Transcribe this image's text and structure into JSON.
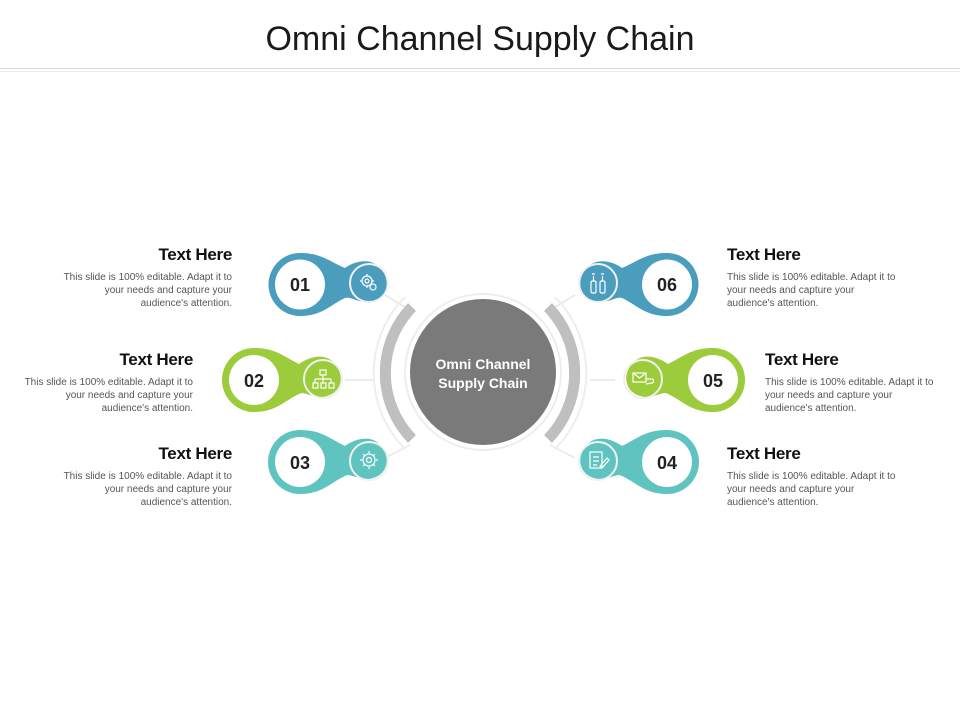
{
  "title": "Omni Channel Supply Chain",
  "center": {
    "line1": "Omni Channel",
    "line2": "Supply Chain"
  },
  "colors": {
    "blue": "#4a9dbd",
    "green": "#9ccb3b",
    "teal": "#5fc4c0",
    "center": "#7a7a7a",
    "arc": "#bfbfbf"
  },
  "items": [
    {
      "number": "01",
      "heading": "Text Here",
      "body": "This slide is 100% editable. Adapt it to your needs and capture your audience's attention.",
      "icon": "gear-network-icon",
      "color": "blue"
    },
    {
      "number": "02",
      "heading": "Text Here",
      "body": "This slide is 100% editable. Adapt it to your needs and capture your audience's attention.",
      "icon": "org-chart-icon",
      "color": "green"
    },
    {
      "number": "03",
      "heading": "Text Here",
      "body": "This slide is 100% editable. Adapt it to your needs and capture your audience's attention.",
      "icon": "gear-icon",
      "color": "teal"
    },
    {
      "number": "04",
      "heading": "Text Here",
      "body": "This slide is 100% editable. Adapt it to your needs and capture your audience's attention.",
      "icon": "checklist-icon",
      "color": "teal"
    },
    {
      "number": "05",
      "heading": "Text Here",
      "body": "This slide is 100% editable. Adapt it to your needs and capture your audience's attention.",
      "icon": "mail-hand-icon",
      "color": "green"
    },
    {
      "number": "06",
      "heading": "Text Here",
      "body": "This slide is 100% editable. Adapt it to your needs and capture your audience's attention.",
      "icon": "bottles-icon",
      "color": "blue"
    }
  ]
}
